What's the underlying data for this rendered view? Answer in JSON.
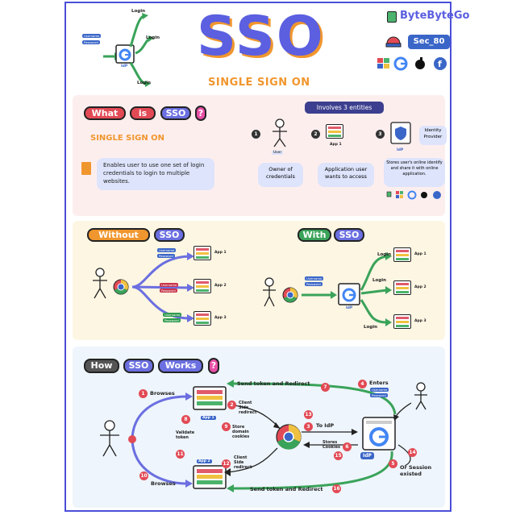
{
  "header": {
    "title": "SSO",
    "subtitle": "SINGLE SIGN ON",
    "brand": "ByteByteGo",
    "sec": "Sec_80",
    "login_labels": [
      "Login",
      "Login",
      "Login"
    ],
    "cred_user": "Username",
    "cred_pass": "Password",
    "idp": "IdP"
  },
  "what": {
    "word1": "What",
    "word2": "is",
    "word3": "SSO",
    "qmark": "?",
    "heading": "SINGLE SIGN ON",
    "definition": "Enables user to use one set of login credentials to login to multiple websites.",
    "entities_title": "Involves 3 entities",
    "entities": [
      {
        "num": "1",
        "icon_label": "User",
        "desc": "Owner of credentials"
      },
      {
        "num": "2",
        "icon_label": "App 1",
        "desc": "Application user wants to access"
      },
      {
        "num": "3",
        "icon_label": "IdP",
        "side": "Identity Provider",
        "desc": "Stores user's online identify and share it with online application."
      }
    ]
  },
  "compare": {
    "without_word": "Without",
    "without_sso": "SSO",
    "with_word": "With",
    "with_sso": "SSO",
    "apps": [
      "App 1",
      "App 2",
      "App 3"
    ],
    "login_labels": [
      "Login",
      "Login",
      "Login"
    ],
    "idp": "IdP"
  },
  "how": {
    "word1": "How",
    "word2": "SSO",
    "word3": "Works",
    "qmark": "?",
    "steps": {
      "s1": "Browses",
      "s2": "Client Side redirect",
      "s3": "To IdP",
      "s4": "Enters",
      "s5": "Or Session existed",
      "s6": "Stores Cookies",
      "s7": "Send token and Redirect",
      "s8": "Validate token",
      "s9": "Store domain cookies",
      "s10": "Browses",
      "s11": "Client Side redirect",
      "s12": "",
      "s16": "Send token and Redirect"
    },
    "app1": "App 1",
    "app2": "App 2",
    "idp": "IdP",
    "numbers": [
      "1",
      "2",
      "3",
      "4",
      "5",
      "6",
      "7",
      "8",
      "9",
      "10",
      "11",
      "12",
      "13",
      "14",
      "15",
      "16"
    ]
  },
  "colors": {
    "frame": "#4a4fd8",
    "title_blue": "#5b5fe0",
    "orange": "#f0962e",
    "pink_panel": "#fdeeee",
    "yellow_panel": "#fdf6e3",
    "blue_panel": "#eef5fc",
    "red": "#e24a55",
    "green": "#3aa35a",
    "dark_pill": "#333333",
    "purple_pill": "#6b6fe0"
  }
}
